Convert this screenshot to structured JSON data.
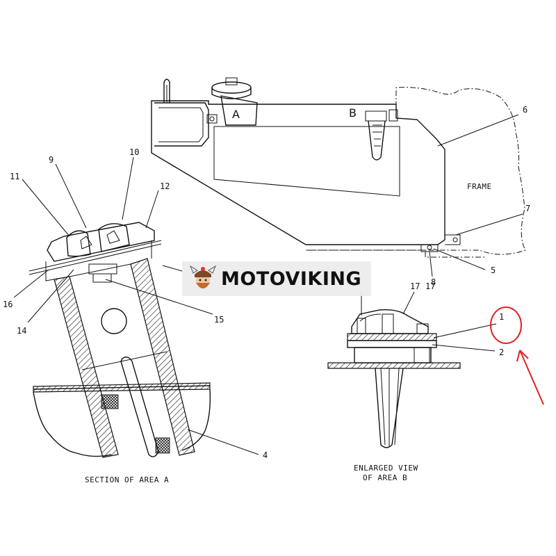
{
  "diagram": {
    "callouts": [
      "1",
      "2",
      "4",
      "5",
      "6",
      "7",
      "8",
      "9",
      "10",
      "11",
      "12",
      "14",
      "15",
      "16",
      "17",
      "17"
    ],
    "area_labels": {
      "a": "A",
      "b": "B"
    },
    "frame_label": "FRAME",
    "caption_section_a": "SECTION OF AREA A",
    "caption_enlarged_b_line1": "ENLARGED VIEW",
    "caption_enlarged_b_line2": "OF AREA B"
  },
  "watermark": {
    "text": "MOTOVIKING",
    "icon": "viking-mascot-icon"
  },
  "highlight": {
    "color": "#e02222",
    "target_callout": "1"
  }
}
